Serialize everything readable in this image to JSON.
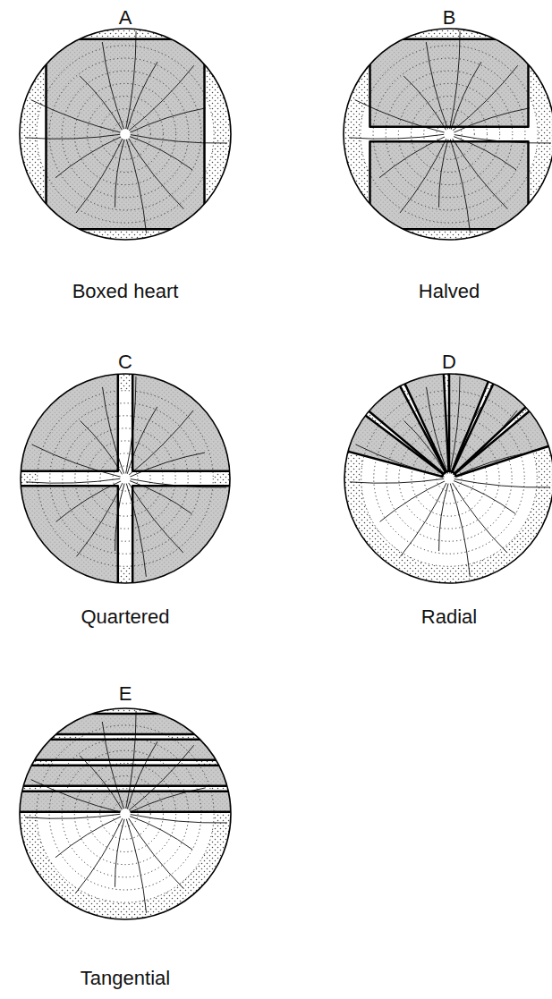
{
  "diagram": {
    "labels": [
      "A",
      "Boxed heart",
      "B",
      "Halved",
      "C",
      "Quartered",
      "D",
      "Radial",
      "E",
      "Tangential"
    ]
  }
}
